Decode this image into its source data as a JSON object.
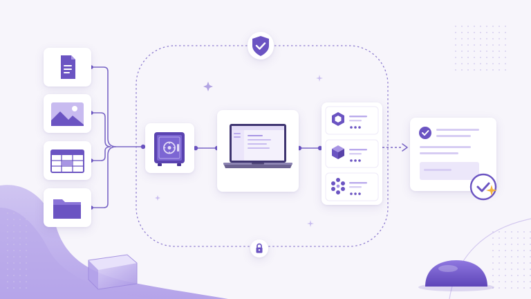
{
  "diagram": {
    "source_items": [
      {
        "name": "document",
        "icon": "document-icon"
      },
      {
        "name": "image",
        "icon": "image-icon"
      },
      {
        "name": "table",
        "icon": "table-icon"
      },
      {
        "name": "folder",
        "icon": "folder-icon"
      }
    ],
    "stages": [
      {
        "name": "secure-vault",
        "icon": "safe-icon"
      },
      {
        "name": "workstation",
        "icon": "laptop-icon"
      },
      {
        "name": "processing-modules",
        "icons": [
          "hexagon-ring-icon",
          "cube-icon",
          "network-node-icon"
        ]
      },
      {
        "name": "verified-output",
        "icons": [
          "check-circle-icon",
          "check-badge-icon",
          "sparkle-icon"
        ]
      }
    ],
    "boundary_icons": [
      "shield-check-icon",
      "padlock-icon"
    ],
    "colors": {
      "accent": "#6b54c2",
      "accent_light": "#b9a9ec",
      "accent_pale": "#e4ddf7",
      "connector": "#7a66c6",
      "background": "#f7f5fb",
      "card": "#ffffff",
      "sparkle": "#f2b43c"
    }
  }
}
